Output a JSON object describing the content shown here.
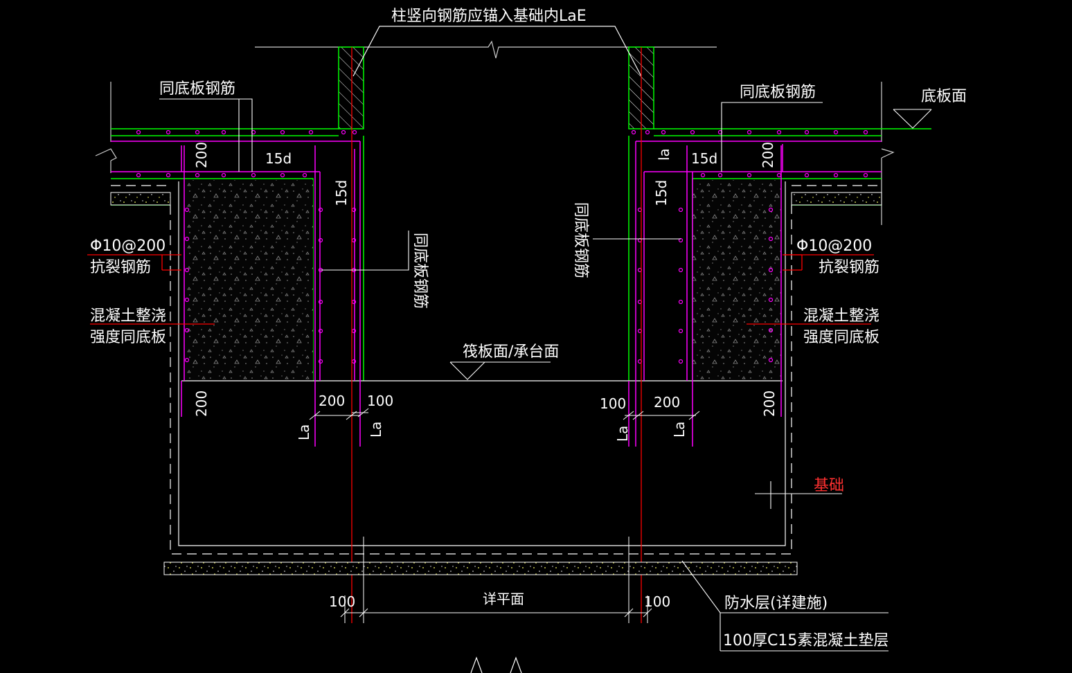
{
  "labels": {
    "column_rebar_anchor": "柱竖向钢筋应锚入基础内LaE",
    "same_as_slab_rebar_left": "同底板钢筋",
    "same_as_slab_rebar_right": "同底板钢筋",
    "same_as_slab_rebar_vert_left": "同底板钢筋",
    "same_as_slab_rebar_vert_right": "同底板钢筋",
    "slab_surface": "底板面",
    "anti_crack_spec_left": "Φ10@200",
    "anti_crack_name_left": "抗裂钢筋",
    "anti_crack_spec_right": "Φ10@200",
    "anti_crack_name_right": "抗裂钢筋",
    "concrete_line1_left": "混凝土整浇",
    "concrete_line2_left": "强度同底板",
    "concrete_line1_right": "混凝土整浇",
    "concrete_line2_right": "强度同底板",
    "raft_surface": "筏板面/承台面",
    "foundation": "基础",
    "waterproof": "防水层(详建施)",
    "cushion": "100厚C15素混凝土垫层",
    "detail_plan": "详平面"
  },
  "dimensions": {
    "d200_top_left": "200",
    "d15d_left_h": "15d",
    "d15d_left_v": "15d",
    "d200_top_right": "200",
    "d15d_right_h": "15d",
    "d15d_right_v": "15d",
    "la_right_top": "la",
    "d200_bot_left": "200",
    "d200_mid_left": "200",
    "d100_mid_left": "100",
    "la_left_1": "La",
    "la_left_2": "La",
    "d100_mid_right": "100",
    "d200_mid_right": "200",
    "la_right_1": "La",
    "la_right_2": "La",
    "d200_bot_right": "200",
    "d100_bottom_left": "100",
    "d100_bottom_right": "100"
  },
  "colors": {
    "background": "#000000",
    "text": "#ffffff",
    "slab_line": "#00ff00",
    "rebar": "#ff00ff",
    "axis": "#ff0000",
    "outline": "#ffffff",
    "concrete_fill": "#0a0a0a",
    "cushion_dots": "#ffff00"
  }
}
